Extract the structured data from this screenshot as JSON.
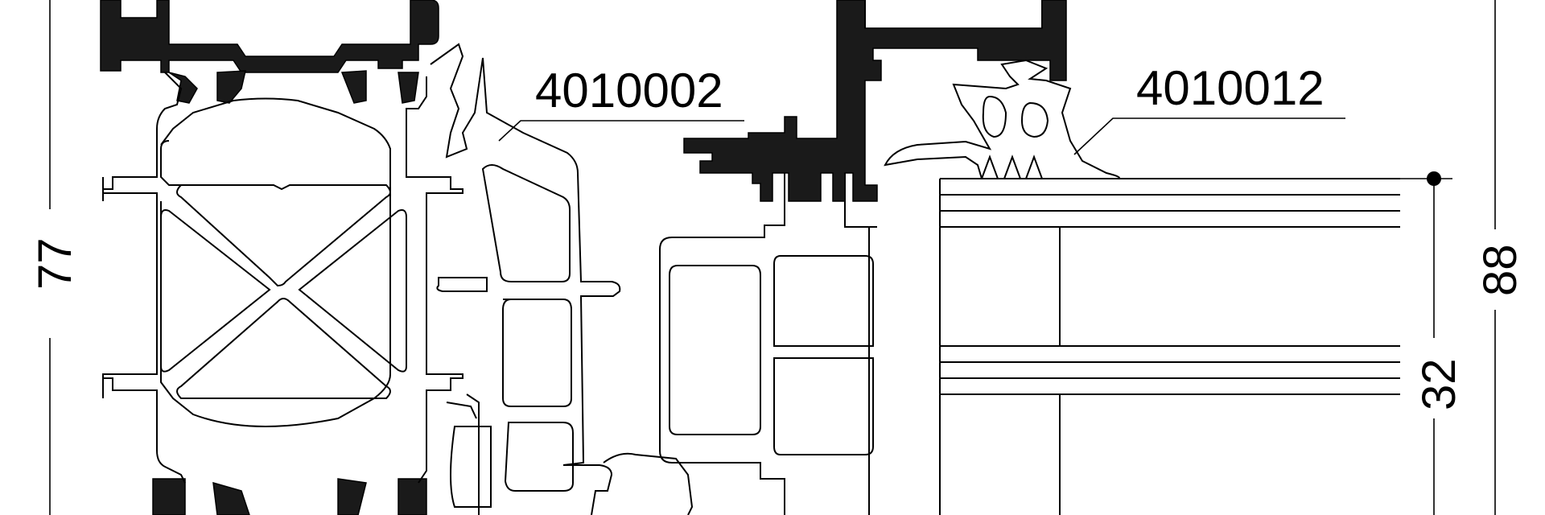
{
  "drawing": {
    "part_labels": [
      {
        "code": "4010002"
      },
      {
        "code": "4010012"
      }
    ],
    "dimensions": {
      "left_height": "77",
      "right_height": "88",
      "glass_depth": "32"
    },
    "colors": {
      "line": "#000000",
      "background": "#ffffff",
      "fill": "#1a1a1a"
    }
  }
}
